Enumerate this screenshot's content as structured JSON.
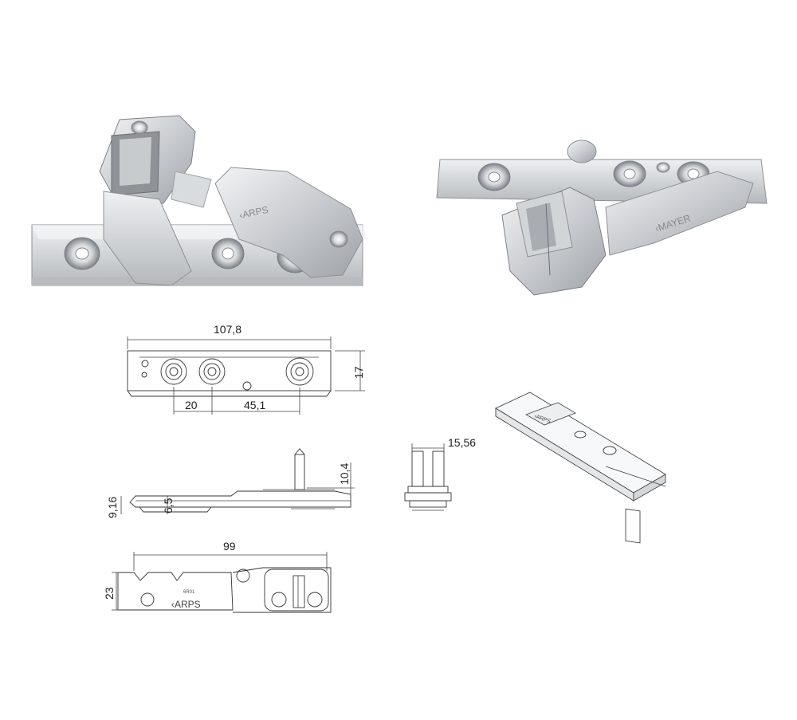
{
  "dimensions": {
    "top_width": "107,8",
    "top_height": "17",
    "hole_spacing": "20",
    "hole_offset": "45,1",
    "side_pin_height": "10,4",
    "side_total": "9,16",
    "side_thickness": "6,5",
    "end_width": "15,56",
    "bottom_width": "99",
    "bottom_height": "23"
  },
  "colors": {
    "metal_light": "#e6e8ea",
    "metal_mid": "#c3c6c9",
    "metal_dark": "#8d9196",
    "line": "#333333"
  },
  "icons": [
    "hinge-3d-front",
    "hinge-3d-back",
    "hinge-3d-small"
  ]
}
